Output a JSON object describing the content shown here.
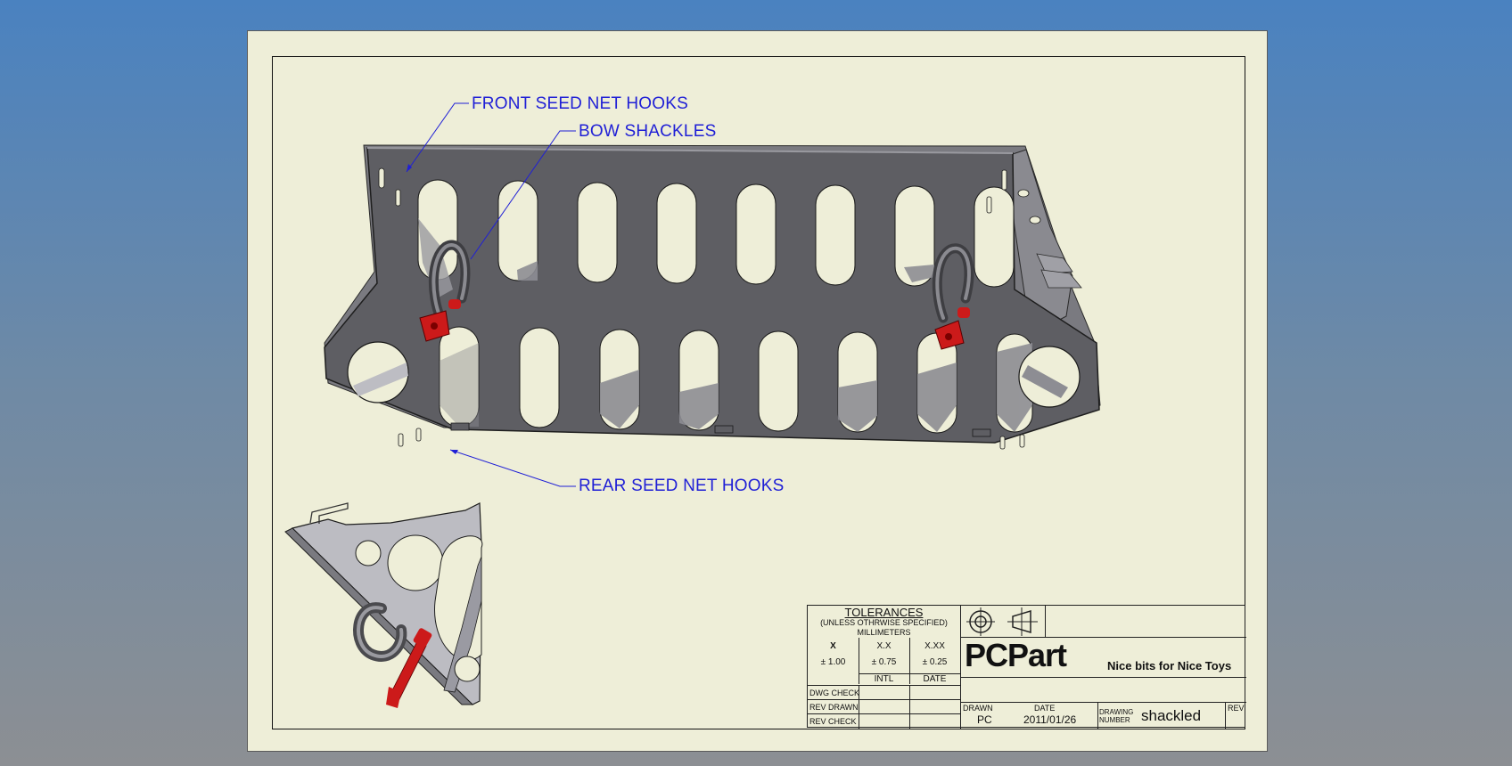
{
  "callouts": {
    "front_hooks": "FRONT SEED NET HOOKS",
    "bow_shackles": "BOW SHACKLES",
    "rear_hooks": "REAR SEED NET HOOKS"
  },
  "tolerances": {
    "title": "TOLERANCES",
    "subtitle": "(UNLESS OTHRWISE SPECIFIED)",
    "units": "MILLIMETERS",
    "headers": [
      "X",
      "X.X",
      "X.XX"
    ],
    "values": [
      "± 1.00",
      "± 0.75",
      "± 0.25"
    ],
    "col_intl": "INTL",
    "col_date": "DATE",
    "rows": [
      "DWG CHECK",
      "REV DRAWN",
      "REV CHECK"
    ]
  },
  "company": {
    "name": "PCPart",
    "tagline": "Nice bits for Nice Toys"
  },
  "drawing_info": {
    "drawn_label": "DRAWN",
    "drawn_value": "PC",
    "date_label": "DATE",
    "date_value": "2011/01/26",
    "number_label_1": "DRAWING",
    "number_label_2": "NUMBER",
    "number_value": "shackled",
    "rev_label": "REV"
  },
  "colors": {
    "callout": "#1f1fd6",
    "part_dark": "#5c5c60",
    "shackle_red": "#cc1a1a",
    "paper": "#eeeed8"
  },
  "icons": [
    "third-angle-projection-icon",
    "target-symbol-icon"
  ]
}
